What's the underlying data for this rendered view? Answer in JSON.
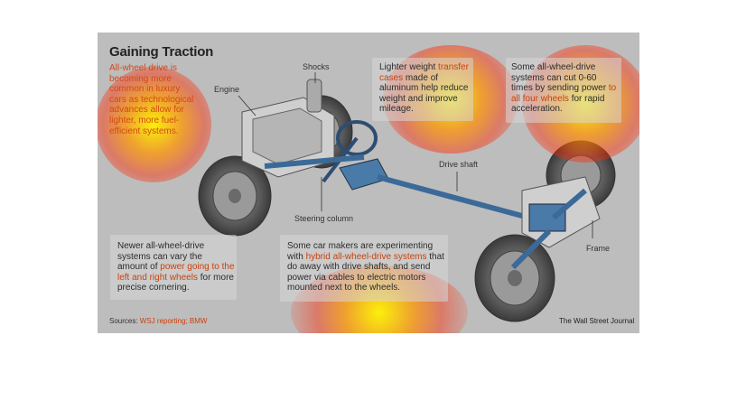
{
  "title": "Gaining Traction",
  "lead_text": "All-wheel drive is becoming more common in luxury cars as technological advances allow for lighter, more fuel-efficient systems.",
  "labels": {
    "shocks": "Shocks",
    "engine": "Engine",
    "drive_shaft": "Drive shaft",
    "steering_column": "Steering column",
    "frame": "Frame"
  },
  "callouts": {
    "transfer_cases": {
      "pre": "Lighter weight ",
      "highlight": "transfer cases",
      "post": " made of aluminum help reduce weight and improve mileage."
    },
    "acceleration": {
      "pre": "Some all-wheel-drive systems can cut 0-60 times by sending power ",
      "highlight": "to all four wheels",
      "post": " for rapid acceleration."
    },
    "cornering": {
      "pre": "Newer all-wheel-drive systems can vary the amount of ",
      "highlight": "power going to the left and right wheels",
      "post": " for more precise cornering."
    },
    "hybrid": {
      "pre": "Some car makers are experimenting with ",
      "highlight": "hybrid all-wheel-drive systems",
      "post": " that do away with drive shafts, and send power via cables to electric motors mounted next to the wheels."
    }
  },
  "sources": {
    "label": "Sources: ",
    "value": "WSJ reporting; BMW"
  },
  "publisher": "The Wall Street Journal",
  "colors": {
    "highlight_orange": "#c8420f",
    "highlight_blue": "#2f5f8f",
    "heat_core": "#fff200",
    "heat_edge": "#ff2a00"
  }
}
